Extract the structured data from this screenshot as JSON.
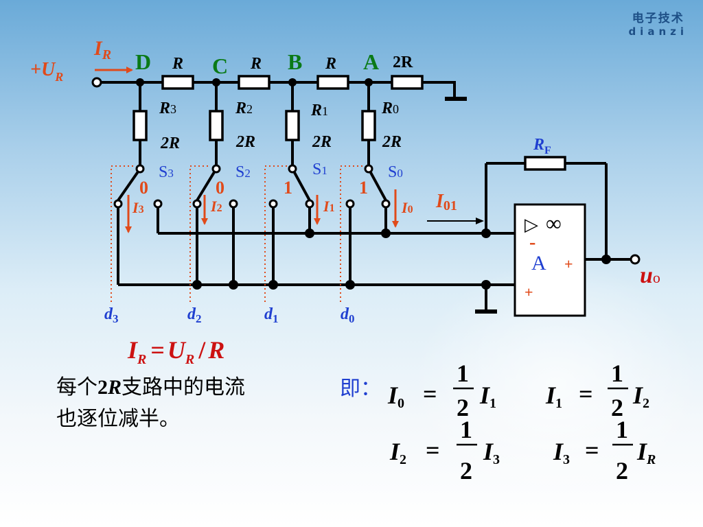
{
  "logo": {
    "cn": "电子技术",
    "en": "dianzi"
  },
  "input": {
    "plus": "+",
    "symbol": "U",
    "sub": "R"
  },
  "current_in": {
    "symbol": "I",
    "sub": "R"
  },
  "nodes": [
    "D",
    "C",
    "B",
    "A"
  ],
  "series_resistors": [
    "R",
    "R",
    "R",
    "2R"
  ],
  "branch_resistors": [
    {
      "name": "R",
      "sub": "3",
      "value": "2R"
    },
    {
      "name": "R",
      "sub": "2",
      "value": "2R"
    },
    {
      "name": "R",
      "sub": "1",
      "value": "2R"
    },
    {
      "name": "R",
      "sub": "0",
      "value": "2R"
    }
  ],
  "switches": [
    {
      "name": "S",
      "sub": "3",
      "state": "0",
      "current": "I",
      "current_sub": "3",
      "bit": "d",
      "bit_sub": "3"
    },
    {
      "name": "S",
      "sub": "2",
      "state": "0",
      "current": "I",
      "current_sub": "2",
      "bit": "d",
      "bit_sub": "2"
    },
    {
      "name": "S",
      "sub": "1",
      "state": "1",
      "current": "I",
      "current_sub": "1",
      "bit": "d",
      "bit_sub": "1"
    },
    {
      "name": "S",
      "sub": "0",
      "state": "1",
      "current": "I",
      "current_sub": "0",
      "bit": "d",
      "bit_sub": "0"
    }
  ],
  "feedback": {
    "name": "R",
    "sub": "F"
  },
  "sum_current": {
    "symbol": "I",
    "sub": "01"
  },
  "opamp": {
    "label": "A",
    "gain": "∞",
    "triangle": "▷",
    "minus": "-",
    "plus_in": "+",
    "plus_out": "+"
  },
  "output": {
    "symbol": "u",
    "sub": "o"
  },
  "formula_main": {
    "lhs": "I",
    "lhs_sub": "R",
    "eq": "=",
    "num": "U",
    "num_sub": "R",
    "div": "/",
    "den": "R"
  },
  "caption": {
    "line1_a": "每个",
    "line1_em": "2",
    "line1_em_i": "R",
    "line1_b": "支路中的电流",
    "line2": "也逐位减半。"
  },
  "formulas": {
    "prefix": "即：",
    "items": [
      {
        "lhs": "I",
        "lhs_sub": "0",
        "num": "1",
        "den": "2",
        "rhs": "I",
        "rhs_sub": "1"
      },
      {
        "lhs": "I",
        "lhs_sub": "1",
        "num": "1",
        "den": "2",
        "rhs": "I",
        "rhs_sub": "2"
      },
      {
        "lhs": "I",
        "lhs_sub": "2",
        "num": "1",
        "den": "2",
        "rhs": "I",
        "rhs_sub": "3"
      },
      {
        "lhs": "I",
        "lhs_sub": "3",
        "num": "1",
        "den": "2",
        "rhs": "I",
        "rhs_sub": "R"
      }
    ],
    "eq": "="
  },
  "colors": {
    "node_label": "#0a7a17",
    "current": "#e04a1a",
    "switch_label": "#1f3fd0",
    "wire": "#000000",
    "formula_accent": "#cc1111"
  }
}
